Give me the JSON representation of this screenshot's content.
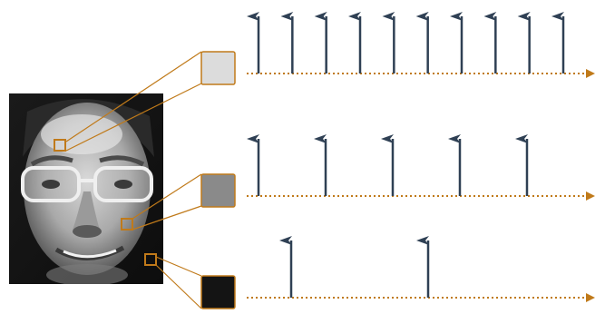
{
  "colors": {
    "background": "#ffffff",
    "accent": "#c07a1a",
    "arrow": "#2f4054",
    "axis": "#c07a1a"
  },
  "photo": {
    "icon": "face-photo"
  },
  "patches": [
    {
      "name": "bright-forehead",
      "shade": "#dcdcdc",
      "spike_count": 10
    },
    {
      "name": "mid-gray-cheek",
      "shade": "#8a8a8a",
      "spike_count": 5
    },
    {
      "name": "dark-background",
      "shade": "#141414",
      "spike_count": 2
    }
  ]
}
